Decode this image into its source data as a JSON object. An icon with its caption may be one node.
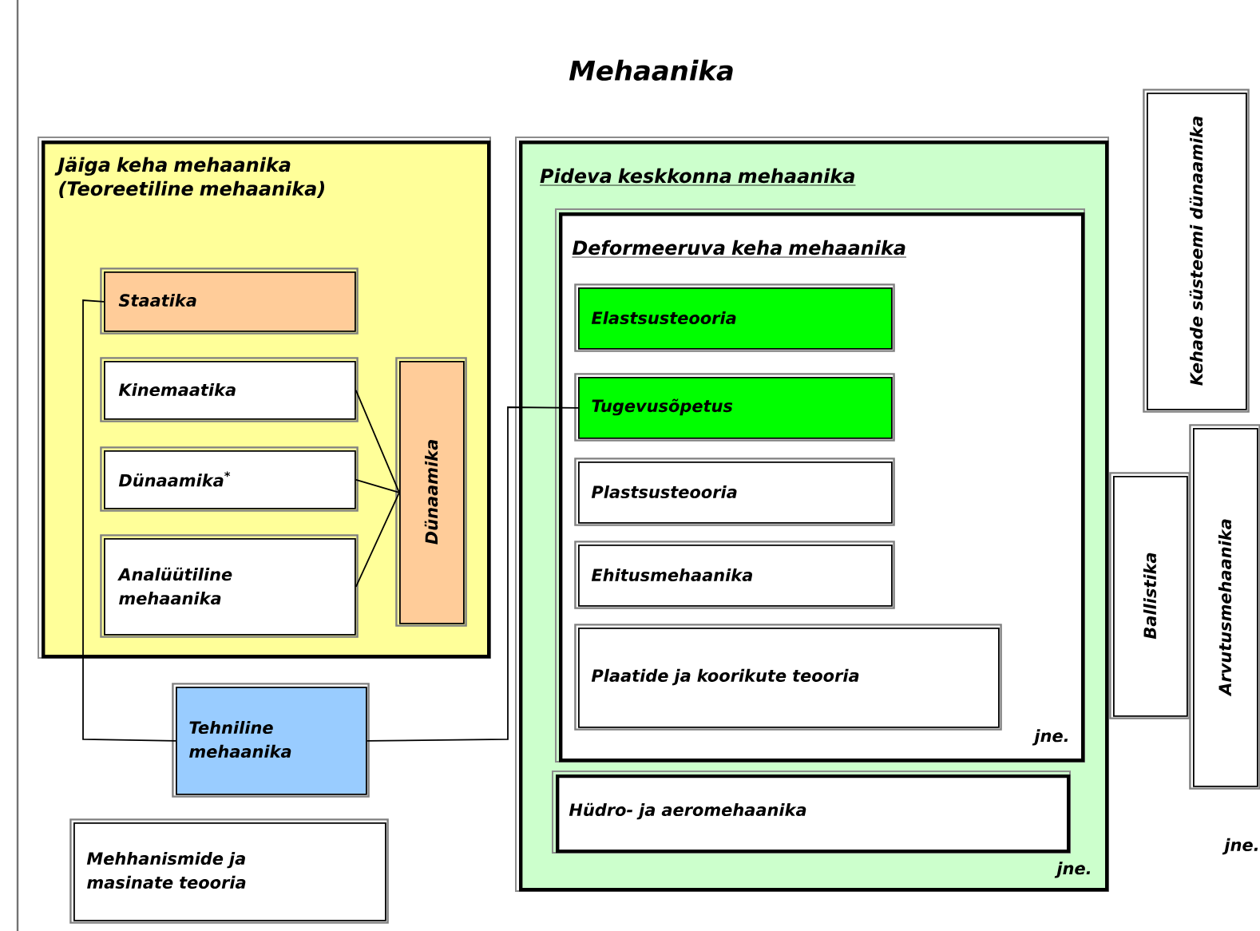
{
  "diagram": {
    "title": "Mehaanika",
    "nodes": [
      {
        "text": [
          "Jäiga keha mehaanika (Teoreetiline mehaanika)"
        ]
      },
      {
        "text": [
          "Staatika"
        ],
        "in": 0
      },
      {
        "text": [
          "Kinemaatika"
        ],
        "in": 0
      },
      {
        "text": [
          "Dünaamika$^{*}$"
        ],
        "in": 0
      },
      {
        "text": [
          "Analüütiline mehaanika"
        ],
        "in": 0
      },
      {
        "text": [
          "Dünaamika"
        ],
        "in": 0
      },
      {
        "text": [
          "Tehniline mehaanika"
        ]
      },
      {
        "text": [
          "Pideva keskkonna mehaanika",
          "jne."
        ]
      },
      {
        "text": [
          "Deformeeruva keha mehaanika",
          "jne."
        ],
        "in": 7
      },
      {
        "text": [
          "Elastsusteooria"
        ],
        "in": 8
      },
      {
        "text": [
          "Tugevusõpetus"
        ],
        "in": 8
      },
      {
        "text": [
          "Plastsusteooria"
        ],
        "in": 8
      },
      {
        "text": [
          "Ehitusmehaanika"
        ],
        "in": 8
      },
      {
        "text": [
          "Plaatide ja koorikute teooria"
        ],
        "in": 8
      },
      {
        "text": [
          "Hüdro- ja aeromehaanika"
        ],
        "in": 7
      },
      {
        "text": [
          "Kehade süsteemi dünaamika"
        ]
      },
      {
        "text": [
          "Ballistika"
        ]
      },
      {
        "text": [
          "Arvutusmehaanika"
        ]
      },
      {
        "text": [
          "Mehhanismide ja masinate teooria"
        ]
      }
    ],
    "edges": [
      {
        "from": 2,
        "to": 5,
        "arrow": "none"
      },
      {
        "from": 3,
        "to": 5,
        "arrow": "none"
      },
      {
        "from": 4,
        "to": 5,
        "arrow": "none"
      },
      {
        "from": 1,
        "to": 6,
        "arrow": "none"
      },
      {
        "from": 6,
        "to": 10,
        "arrow": "none"
      }
    ],
    "labels": [
      "jne."
    ]
  }
}
